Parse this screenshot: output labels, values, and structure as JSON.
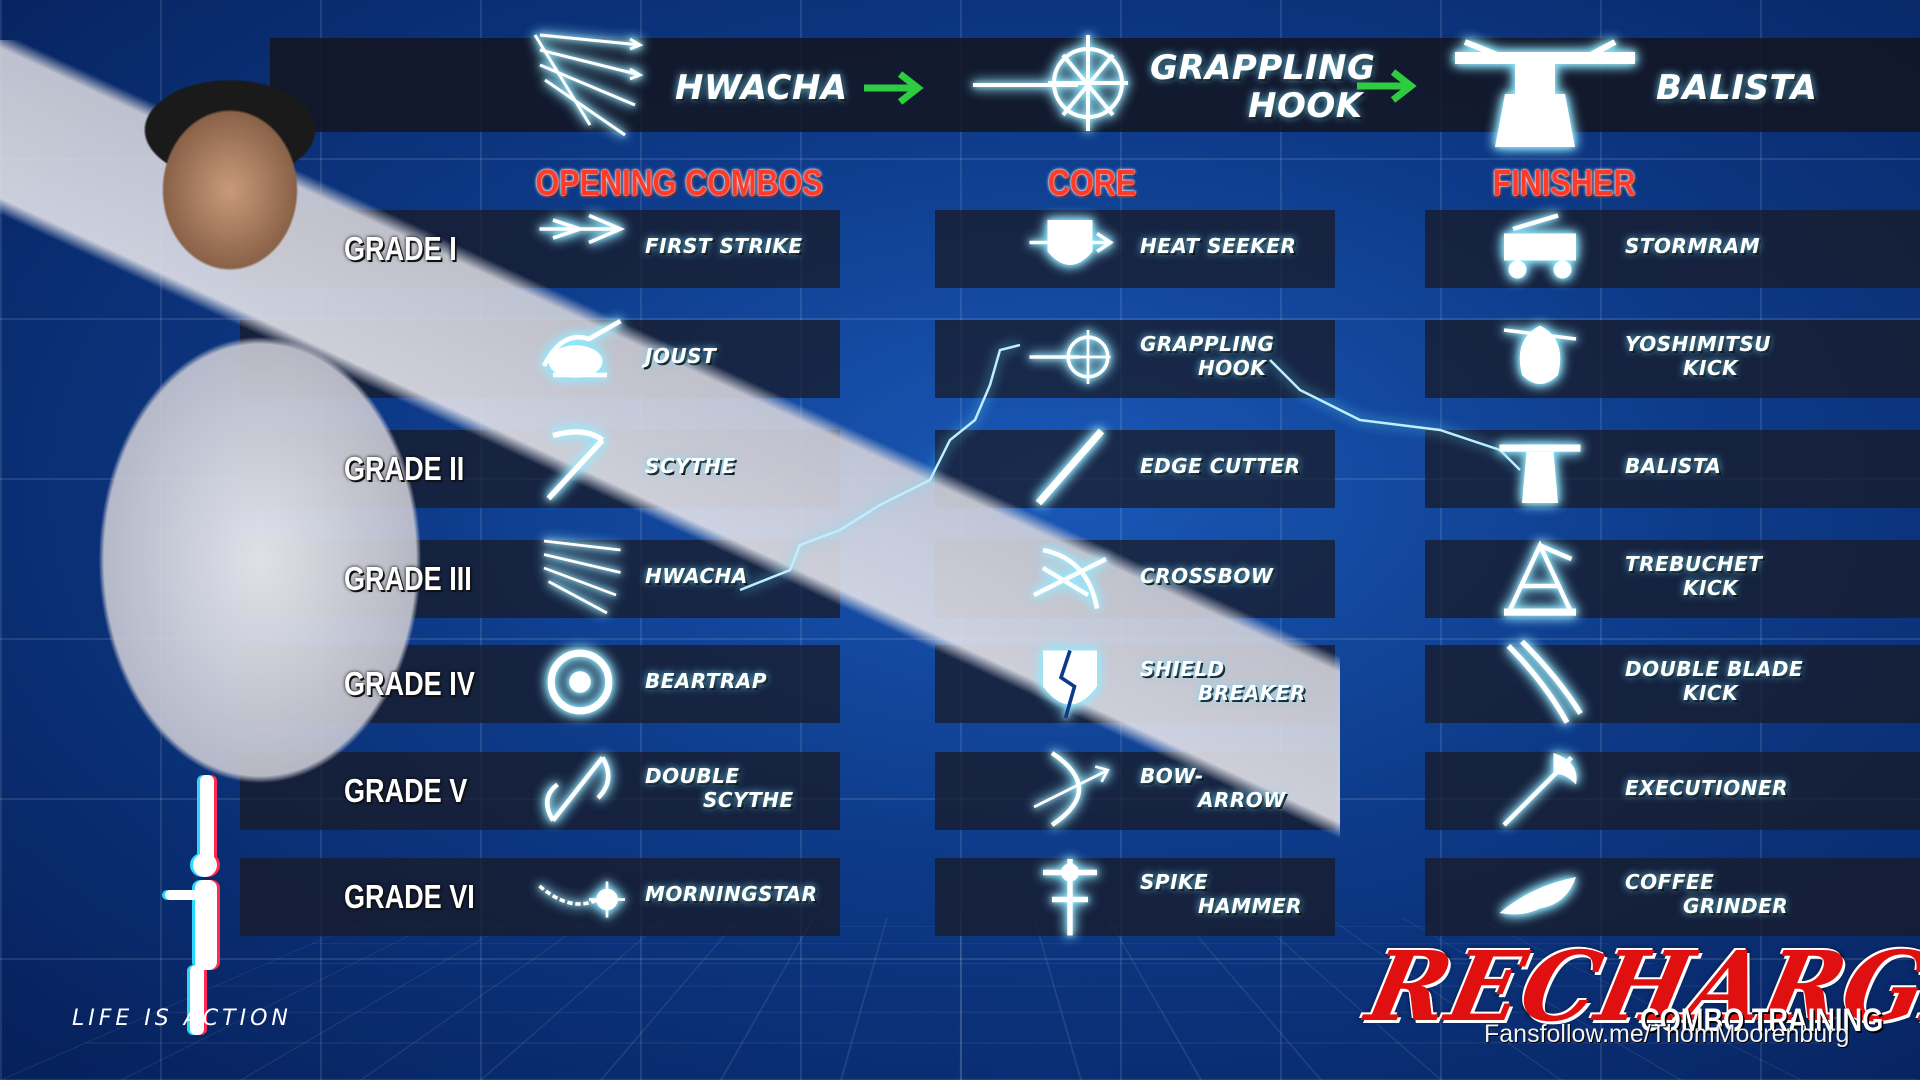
{
  "top_chain": {
    "step1": "HWACHA",
    "step2_line1": "GRAPPLING",
    "step2_line2": "HOOK",
    "step3": "BALISTA"
  },
  "sections": {
    "opening": "OPENING COMBOS",
    "core": "CORE",
    "finisher": "FINISHER"
  },
  "grades": [
    "GRADE I",
    "",
    "GRADE II",
    "GRADE III",
    "GRADE IV",
    "GRADE V",
    "GRADE VI"
  ],
  "rows": [
    {
      "opening": [
        "FIRST STRIKE"
      ],
      "core": [
        "HEAT SEEKER"
      ],
      "finisher": [
        "STORMRAM"
      ]
    },
    {
      "opening": [
        "JOUST"
      ],
      "core": [
        "GRAPPLING",
        "HOOK"
      ],
      "finisher": [
        "YOSHIMITSU",
        "KICK"
      ]
    },
    {
      "opening": [
        "SCYTHE"
      ],
      "core": [
        "EDGE CUTTER"
      ],
      "finisher": [
        "BALISTA"
      ]
    },
    {
      "opening": [
        "HWACHA"
      ],
      "core": [
        "CROSSBOW"
      ],
      "finisher": [
        "TREBUCHET",
        "KICK"
      ]
    },
    {
      "opening": [
        "BEARTRAP"
      ],
      "core": [
        "SHIELD",
        "BREAKER"
      ],
      "finisher": [
        "DOUBLE BLADE",
        "KICK"
      ]
    },
    {
      "opening": [
        "DOUBLE",
        "SCYTHE"
      ],
      "core": [
        "BOW-",
        "ARROW"
      ],
      "finisher": [
        "EXECUTIONER"
      ]
    },
    {
      "opening": [
        "MORNINGSTAR"
      ],
      "core": [
        "SPIKE",
        "HAMMER"
      ],
      "finisher": [
        "COFFEE",
        "GRINDER"
      ]
    }
  ],
  "icons": {
    "top": [
      "hwacha-icon",
      "grappling-hook-icon",
      "balista-icon"
    ],
    "opening": [
      "first-strike-icon",
      "joust-icon",
      "scythe-icon",
      "hwacha-icon",
      "beartrap-icon",
      "double-scythe-icon",
      "morningstar-icon"
    ],
    "core": [
      "heat-seeker-icon",
      "grappling-hook-icon",
      "edge-cutter-icon",
      "crossbow-icon",
      "shield-breaker-icon",
      "bow-arrow-icon",
      "spike-hammer-icon"
    ],
    "finisher": [
      "stormram-icon",
      "yoshimitsu-kick-icon",
      "balista-icon",
      "trebuchet-kick-icon",
      "double-blade-kick-icon",
      "executioner-icon",
      "coffee-grinder-icon"
    ]
  },
  "branding": {
    "life_is_action": "LIFE IS ACTION",
    "recharge": "RECHARGE",
    "combo_training": "COMBO TRAINING",
    "watermark": "Fansfollow.me/ThomMoorenburg"
  },
  "colors": {
    "background": "#0d3a88",
    "section_red": "#ff3a2a",
    "glow": "#6fe3ff",
    "arrow_green": "#2ecc40"
  }
}
